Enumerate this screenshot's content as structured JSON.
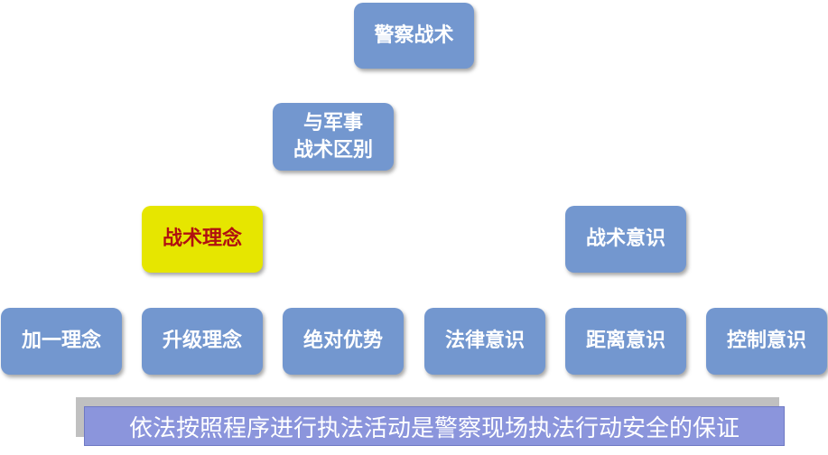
{
  "diagram": {
    "root": "警察战术",
    "difference": "与军事\n战术区别",
    "concept": "战术理念",
    "awareness": "战术意识",
    "leaves": [
      "加一理念",
      "升级理念",
      "绝对优势",
      "法律意识",
      "距离意识",
      "控制意识"
    ],
    "banner": "依法按照程序进行执法活动是警察现场执法行动安全的保证"
  },
  "colors": {
    "node_fill": "#7397cf",
    "highlight_fill": "#e6e600",
    "highlight_text": "#b01010",
    "banner_fill": "#8b95dc"
  }
}
